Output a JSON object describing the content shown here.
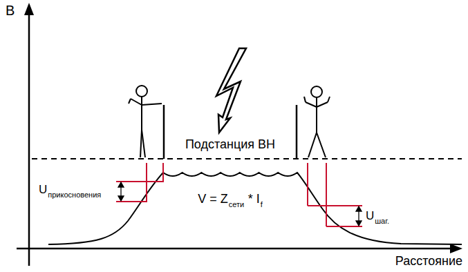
{
  "diagram": {
    "nodes": [
      {
        "text": [
          "Подстанция ВН"
        ]
      }
    ],
    "labels": [
      "В",
      "Расстояние",
      "U",
      "прикосновения",
      "V = Z",
      "сети",
      "* I",
      "f",
      "U",
      "шаг."
    ]
  }
}
